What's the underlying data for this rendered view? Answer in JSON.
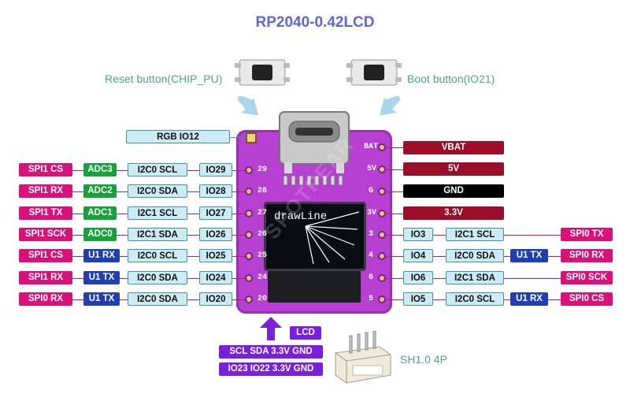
{
  "title": "RP2040-0.42LCD",
  "reset_caption": "Reset button(CHIP_PU)",
  "boot_caption": "Boot button(IO21)",
  "rgb_label": "RGB IO12",
  "left_rows": [
    {
      "a": "SPI1 CS",
      "b": "ADC3",
      "b_color": "green",
      "c": "I2C0 SCL",
      "d": "IO29"
    },
    {
      "a": "SPI1 RX",
      "b": "ADC2",
      "b_color": "green",
      "c": "I2C0 SDA",
      "d": "IO28"
    },
    {
      "a": "SPI1 TX",
      "b": "ADC1",
      "b_color": "green",
      "c": "I2C1 SCL",
      "d": "IO27"
    },
    {
      "a": "SPI1 SCK",
      "b": "ADC0",
      "b_color": "green",
      "c": "I2C1 SDA",
      "d": "IO26"
    },
    {
      "a": "SPI1 CS",
      "b": "U1 RX",
      "b_color": "blue",
      "c": "I2C0 SCL",
      "d": "IO25"
    },
    {
      "a": "SPI1 RX",
      "b": "U1 TX",
      "b_color": "blue",
      "c": "I2C0 SDA",
      "d": "IO24"
    },
    {
      "a": "SPI0 RX",
      "b": "U1 TX",
      "b_color": "blue",
      "c": "I2C0 SDA",
      "d": "IO20"
    }
  ],
  "power_rows": [
    {
      "label": "VBAT",
      "color": "darkred"
    },
    {
      "label": "5V",
      "color": "darkred"
    },
    {
      "label": "GND",
      "color": "black"
    },
    {
      "label": "3.3V",
      "color": "darkred"
    }
  ],
  "right_rows": [
    {
      "io": "IO3",
      "i2c": "I2C1 SCL",
      "uart": "",
      "spi": "SPI0 TX"
    },
    {
      "io": "IO4",
      "i2c": "I2C0 SDA",
      "uart": "U1 TX",
      "spi": "SPI0 RX"
    },
    {
      "io": "IO6",
      "i2c": "I2C1 SDA",
      "uart": "",
      "spi": "SPI0 SCK"
    },
    {
      "io": "IO5",
      "i2c": "I2C0 SCL",
      "uart": "U1 RX",
      "spi": "SPI0 CS"
    }
  ],
  "lcd_label": "LCD",
  "lcd_line1": "SCL SDA 3.3V GND",
  "lcd_line2": "IO23 IO22 3.3V GND",
  "connector_label": "SH1.0 4P",
  "screen_text": "drawLine",
  "silk_left": [
    "29",
    "28",
    "27",
    "26",
    "25",
    "24",
    "20"
  ],
  "silk_right": [
    "BAT",
    "5V",
    "G",
    "3V",
    "3",
    "4",
    "6",
    "5"
  ],
  "watermark": "SPOTPEAR",
  "colors": {
    "title": "#5f67d8",
    "board": "#b73fd2",
    "pink": "#d8127a",
    "green": "#16a23a",
    "blue": "#1f3fb2",
    "darkred": "#9c0d2a",
    "purple": "#7a1fdc"
  }
}
